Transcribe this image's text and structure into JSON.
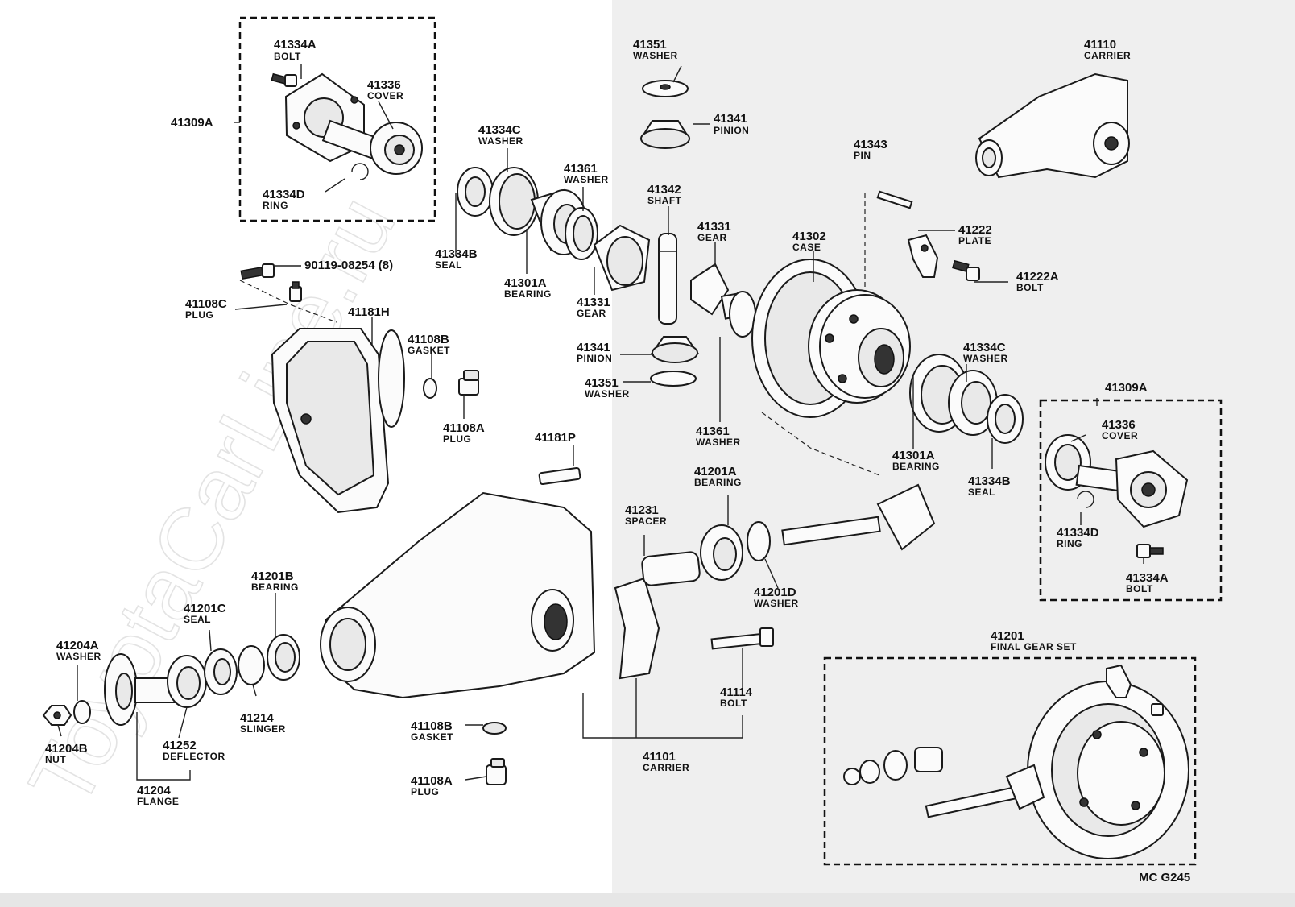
{
  "watermark": "ToyotaCarLine.ru",
  "diagram_code": "MC  G245",
  "labels": {
    "p41334A_tl": {
      "num": "41334A",
      "name": "BOLT"
    },
    "p41336_tl": {
      "num": "41336",
      "name": "COVER"
    },
    "p41309A_tl": {
      "num": "41309A",
      "name": ""
    },
    "p41334D_tl": {
      "num": "41334D",
      "name": "RING"
    },
    "p41351_top": {
      "num": "41351",
      "name": "WASHER"
    },
    "p41341_top": {
      "num": "41341",
      "name": "PINION"
    },
    "p41334C_top": {
      "num": "41334C",
      "name": "WASHER"
    },
    "p41361_top": {
      "num": "41361",
      "name": "WASHER"
    },
    "p41342": {
      "num": "41342",
      "name": "SHAFT"
    },
    "p41343": {
      "num": "41343",
      "name": "PIN"
    },
    "p41110": {
      "num": "41110",
      "name": "CARRIER"
    },
    "p41331_top": {
      "num": "41331",
      "name": "GEAR"
    },
    "p41302": {
      "num": "41302",
      "name": "CASE"
    },
    "p41222": {
      "num": "41222",
      "name": "PLATE"
    },
    "p41222A": {
      "num": "41222A",
      "name": "BOLT"
    },
    "p41334B_top": {
      "num": "41334B",
      "name": "SEAL"
    },
    "p41301A_top": {
      "num": "41301A",
      "name": "BEARING"
    },
    "p41331_mid": {
      "num": "41331",
      "name": "GEAR"
    },
    "p90119": {
      "num": "90119-08254 (8)",
      "name": ""
    },
    "p41108C": {
      "num": "41108C",
      "name": "PLUG"
    },
    "p41181H": {
      "num": "41181H",
      "name": ""
    },
    "p41108B_top": {
      "num": "41108B",
      "name": "GASKET"
    },
    "p41341_mid": {
      "num": "41341",
      "name": "PINION"
    },
    "p41351_mid": {
      "num": "41351",
      "name": "WASHER"
    },
    "p41108A_top": {
      "num": "41108A",
      "name": "PLUG"
    },
    "p41361_mid": {
      "num": "41361",
      "name": "WASHER"
    },
    "p41334C_right": {
      "num": "41334C",
      "name": "WASHER"
    },
    "p41301A_right": {
      "num": "41301A",
      "name": "BEARING"
    },
    "p41334B_right": {
      "num": "41334B",
      "name": "SEAL"
    },
    "p41309A_r": {
      "num": "41309A",
      "name": ""
    },
    "p41336_r": {
      "num": "41336",
      "name": "COVER"
    },
    "p41334D_r": {
      "num": "41334D",
      "name": "RING"
    },
    "p41334A_r": {
      "num": "41334A",
      "name": "BOLT"
    },
    "p41181P": {
      "num": "41181P",
      "name": ""
    },
    "p41201A": {
      "num": "41201A",
      "name": "BEARING"
    },
    "p41231": {
      "num": "41231",
      "name": "SPACER"
    },
    "p41201D": {
      "num": "41201D",
      "name": "WASHER"
    },
    "p41201B": {
      "num": "41201B",
      "name": "BEARING"
    },
    "p41201C": {
      "num": "41201C",
      "name": "SEAL"
    },
    "p41204A": {
      "num": "41204A",
      "name": "WASHER"
    },
    "p41214": {
      "num": "41214",
      "name": "SLINGER"
    },
    "p41204B": {
      "num": "41204B",
      "name": "NUT"
    },
    "p41252": {
      "num": "41252",
      "name": "DEFLECTOR"
    },
    "p41204": {
      "num": "41204",
      "name": "FLANGE"
    },
    "p41108B_bot": {
      "num": "41108B",
      "name": "GASKET"
    },
    "p41108A_bot": {
      "num": "41108A",
      "name": "PLUG"
    },
    "p41114": {
      "num": "41114",
      "name": "BOLT"
    },
    "p41101": {
      "num": "41101",
      "name": "CARRIER"
    },
    "p41201": {
      "num": "41201",
      "name": "FINAL GEAR SET"
    }
  }
}
